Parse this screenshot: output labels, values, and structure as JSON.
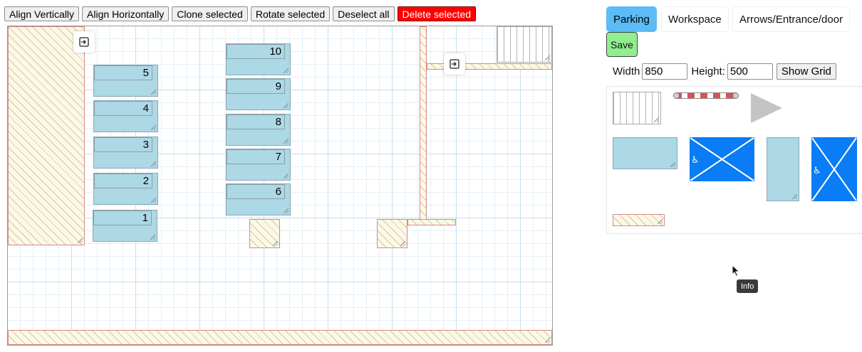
{
  "toolbar": {
    "align_vertically": "Align Vertically",
    "align_horizontally": "Align Horizontally",
    "clone_selected": "Clone selected",
    "rotate_selected": "Rotate selected",
    "deselect_all": "Deselect all",
    "delete_selected": "Delete selected"
  },
  "canvas": {
    "spots": [
      {
        "label": "5"
      },
      {
        "label": "4"
      },
      {
        "label": "3"
      },
      {
        "label": "2"
      },
      {
        "label": "1"
      },
      {
        "label": "10"
      },
      {
        "label": "9"
      },
      {
        "label": "8"
      },
      {
        "label": "7"
      },
      {
        "label": "6"
      }
    ],
    "entry_icons": [
      "entrance-icon",
      "entrance-icon"
    ]
  },
  "panel": {
    "tabs": [
      {
        "label": "Parking",
        "active": true
      },
      {
        "label": "Workspace",
        "active": false
      },
      {
        "label": "Arrows/Entrance/door",
        "active": false
      }
    ],
    "save_label": "Save",
    "width_label": "Width",
    "width_value": "850",
    "height_label": "Height:",
    "height_value": "500",
    "show_grid_label": "Show Grid",
    "palette_items": [
      "parking-stalls",
      "barrier",
      "arrow",
      "parking-spot-horizontal",
      "accessible-spot-horizontal",
      "parking-spot-vertical",
      "accessible-spot-vertical",
      "hatched-area"
    ]
  },
  "tooltip": {
    "text": "Info"
  },
  "colors": {
    "spot": "#add8e6",
    "accessible": "#0a7cf5",
    "active_tab": "#5bbcf6",
    "save": "#90ee90",
    "delete": "#ff0000",
    "hatch_border": "#d58a8a"
  }
}
